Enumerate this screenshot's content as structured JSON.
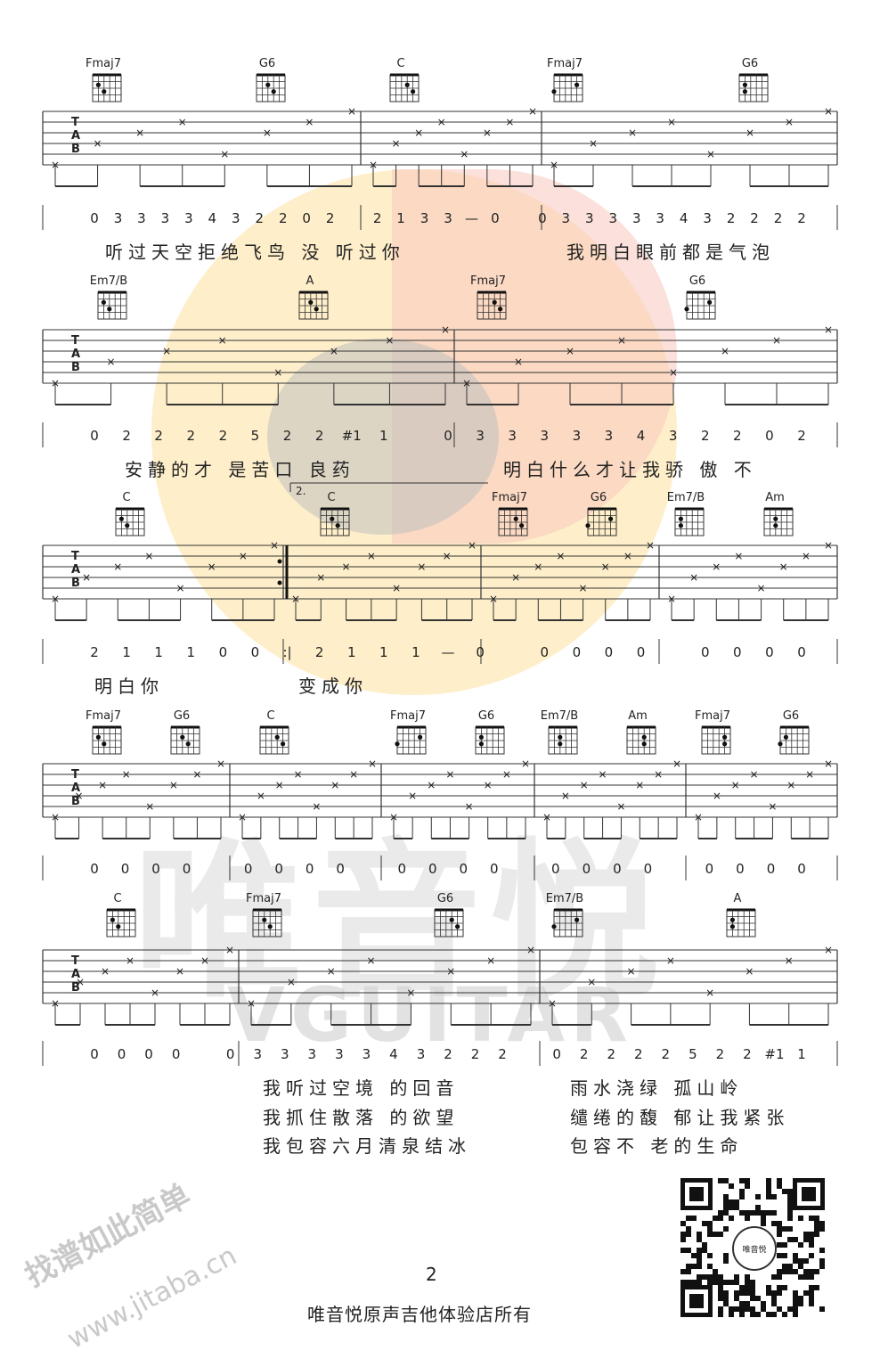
{
  "page_number": "2",
  "footer": "唯音悦原声吉他体验店所有",
  "watermark": {
    "brand": "唯音悦",
    "brand_latin": "VGUITAR",
    "site_cn": "找谱如此简单",
    "site_url": "www.jitaba.cn"
  },
  "qr_logo": "唯音悦",
  "tab_letters": [
    "T",
    "A",
    "B"
  ],
  "volta": "2.",
  "systems": [
    {
      "chords": [
        "Fmaj7",
        "G6",
        "C",
        "Fmaj7",
        "G6"
      ],
      "numbers": "0 3 3 3 3 4 3 2 2 0 2 | 2 1 3 3 — 0 | 0 3 3 3 3 3 4 3 2 2 2 2",
      "lyrics": [
        "听过天空拒绝飞鸟 没 听过你",
        "我明白眼前都是气泡"
      ]
    },
    {
      "chords": [
        "Em7/B",
        "A",
        "Fmaj7",
        "G6"
      ],
      "numbers": "0 2 2 2 2 5 2 2 #1 1 | 0 3 3 3 3 3 4 3 2 2 0 2",
      "lyrics": [
        "安静的才 是苦口 良药",
        "明白什么才让我骄 傲 不"
      ]
    },
    {
      "chords": [
        "C",
        "C",
        "Fmaj7",
        "G6",
        "Em7/B",
        "Am"
      ],
      "numbers": "2 1 1 1 0 0 :| 2 1 1 1 — 0 | 0 0 0 0 | 0 0 0 0",
      "lyrics": [
        "明白你",
        "变成你"
      ]
    },
    {
      "chords": [
        "Fmaj7",
        "G6",
        "C",
        "Fmaj7",
        "G6",
        "Em7/B",
        "Am",
        "Fmaj7",
        "G6"
      ],
      "numbers": "0 0 0 0 | 0 0 0 0 | 0 0 0 0 | 0 0 0 0 | 0 0 0 0",
      "lyrics": []
    },
    {
      "chords": [
        "C",
        "Fmaj7",
        "G6",
        "Em7/B",
        "A"
      ],
      "numbers": "0 0 0 0 | 0 3 3 3 3 3 4 3 2 2 2 | 0 2 2 2 2 5 2 2 #1 1",
      "lyrics": [
        "我听过空境 的回音",
        "雨水浇绿 孤山岭",
        "我抓住散落 的欲望",
        "缱绻的馥 郁让我紧张",
        "我包容六月清泉结冰",
        "包容不 老的生命"
      ]
    }
  ]
}
